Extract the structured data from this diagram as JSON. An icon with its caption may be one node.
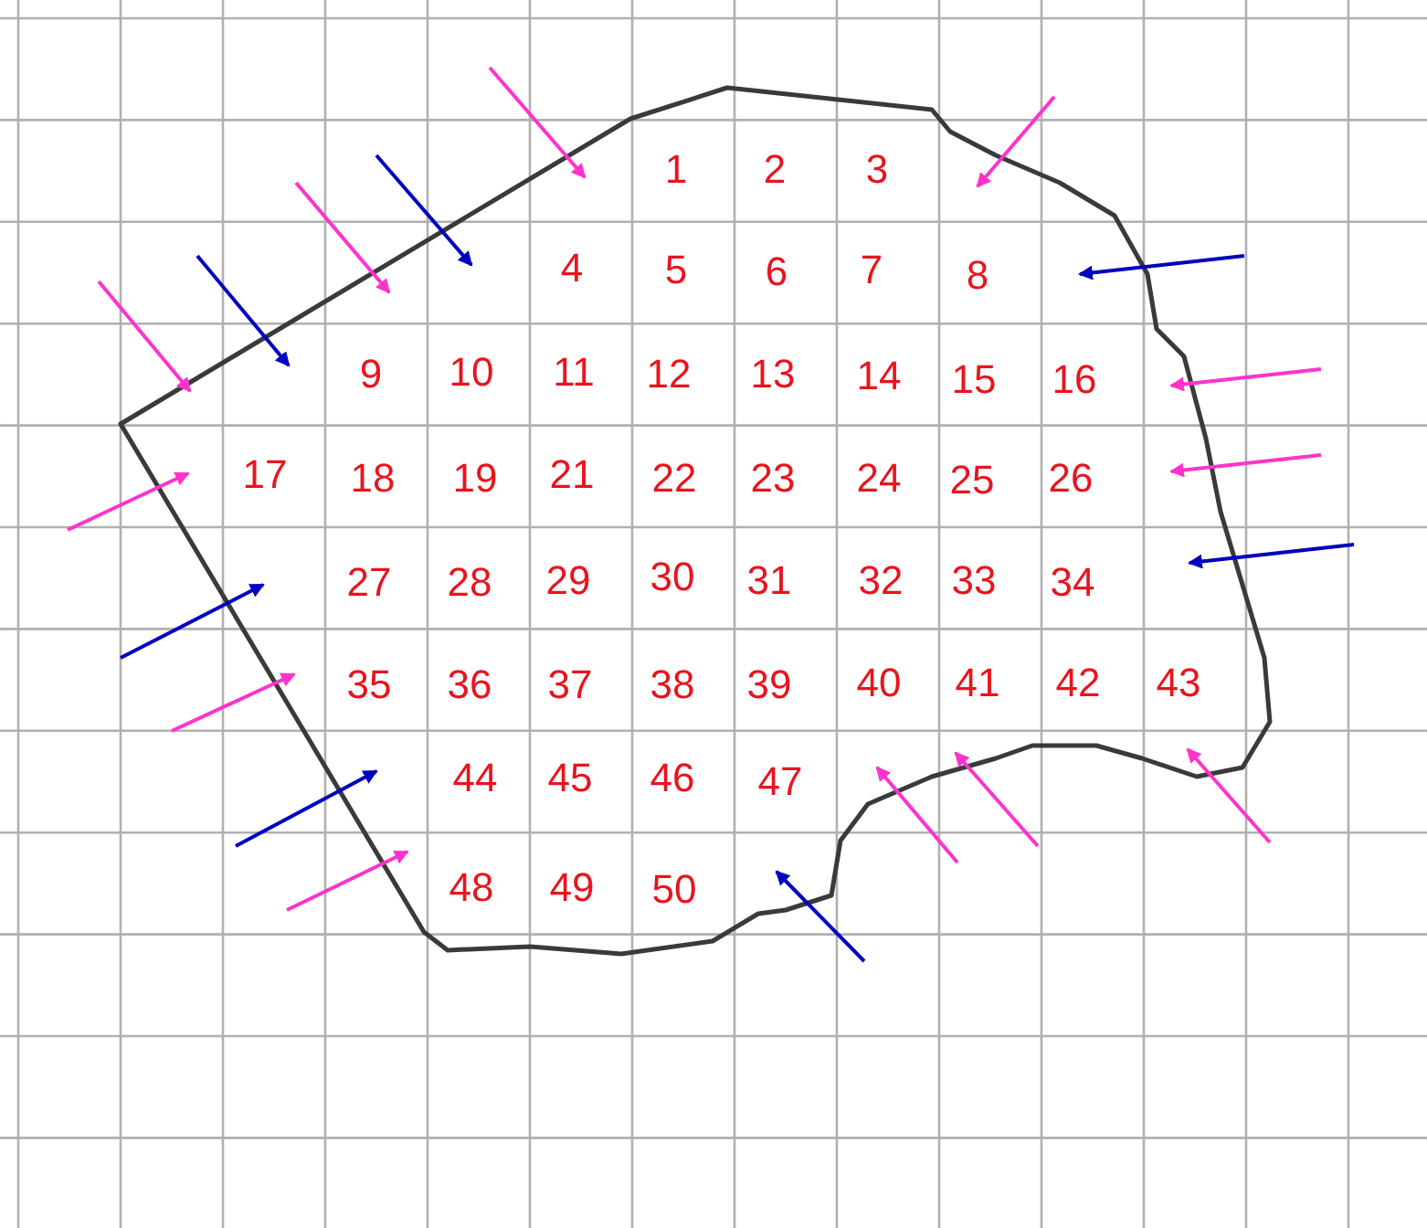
{
  "diagram": {
    "labels": [
      "1",
      "2",
      "3",
      "4",
      "5",
      "6",
      "7",
      "8",
      "9",
      "10",
      "11",
      "12",
      "13",
      "14",
      "15",
      "16",
      "17",
      "18",
      "19",
      "21",
      "22",
      "23",
      "24",
      "25",
      "26",
      "27",
      "28",
      "29",
      "30",
      "31",
      "32",
      "33",
      "34",
      "35",
      "36",
      "37",
      "38",
      "39",
      "40",
      "41",
      "42",
      "43",
      "44",
      "45",
      "46",
      "47",
      "48",
      "49",
      "50"
    ]
  }
}
